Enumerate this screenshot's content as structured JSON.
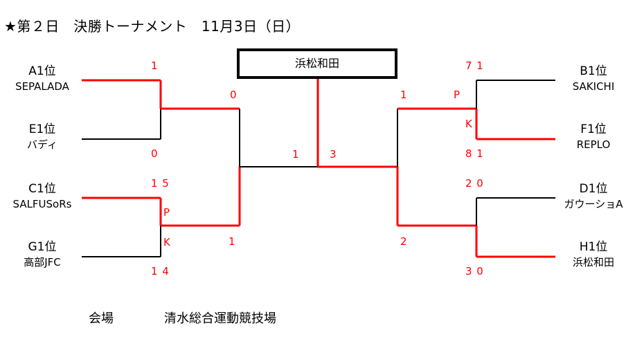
{
  "title": "★第２日　決勝トーナメント　11月3日（日）",
  "champion": "浜松和田",
  "teams": [
    {
      "rank": "A1位",
      "name": "SEPALADA"
    },
    {
      "rank": "E1位",
      "name": "バディ"
    },
    {
      "rank": "C1位",
      "name": "SALFUSoRs"
    },
    {
      "rank": "G1位",
      "name": "高部JFC"
    },
    {
      "rank": "B1位",
      "name": "SAKICHI"
    },
    {
      "rank": "F1位",
      "name": "REPLO"
    },
    {
      "rank": "D1位",
      "name": "ガウーショA"
    },
    {
      "rank": "H1位",
      "name": "浜松和田"
    }
  ],
  "scores": {
    "a1": "1",
    "e1": "0",
    "ae_vs_cg": "0",
    "c1": "1 5",
    "g1": "1 4",
    "c_pk": "P",
    "g_pk": "K",
    "cg_vs_ae": "1",
    "final_left": "1",
    "final_right": "3",
    "b1": "7 1",
    "f1": "8 1",
    "b_pk": "P",
    "f_pk": "K",
    "bf_vs_dh": "1",
    "d1": "2 0",
    "h1": "3 0",
    "dh_vs_bf": "2"
  },
  "venue": {
    "label": "会場",
    "name": "清水総合運動競技場"
  },
  "colors": {
    "winner": "#ff0000",
    "line": "#000000"
  }
}
